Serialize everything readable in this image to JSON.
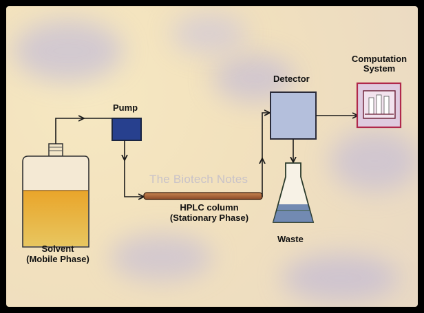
{
  "labels": {
    "pump": "Pump",
    "detector": "Detector",
    "computation": "Computation System",
    "column_line1": "HPLC column",
    "column_line2": "(Stationary Phase)",
    "waste": "Waste",
    "solvent_line1": "Solvent",
    "solvent_line2": "(Mobile Phase)"
  },
  "watermark": "The Biotech Notes",
  "colors": {
    "background": "#f3e3c0",
    "pump": "#27408e",
    "detector": "#b4bfdc",
    "computation_border": "#b0284b",
    "solvent_liquid": "#e4a026",
    "waste_liquid": "#5a78a8",
    "column": "#b06a3a",
    "arrows": "#1a1a1a"
  }
}
